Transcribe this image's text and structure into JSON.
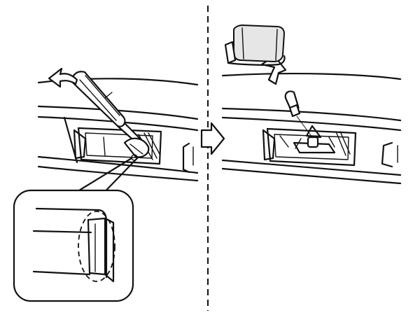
{
  "figure": {
    "panels": [
      "step-remove-lens",
      "step-remove-bulb"
    ]
  },
  "colors": {
    "line": "#111111",
    "background": "#ffffff",
    "shade": "#e6e6e6"
  },
  "icons": {
    "divider": "dashed-vertical-line",
    "step_arrow": "outline-right-arrow",
    "pry_arrow": "curved-left-arrow",
    "lift_arrow": "up-arrow",
    "zoom_callout": "magnified-detail-inset"
  }
}
